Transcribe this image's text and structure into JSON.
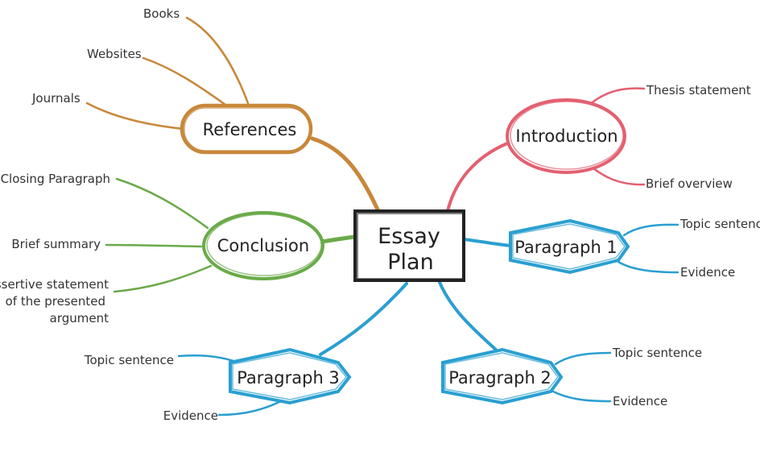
{
  "center": {
    "line1": "Essay",
    "line2": "Plan"
  },
  "colors": {
    "references": "#c8873a",
    "conclusion": "#6aaa4a",
    "introduction": "#e36070",
    "paragraph": "#2a9fd0",
    "center": "#222222"
  },
  "references": {
    "label": "References",
    "children": [
      "Books",
      "Websites",
      "Journals"
    ]
  },
  "conclusion": {
    "label": "Conclusion",
    "children": [
      "Closing Paragraph",
      "Brief summary"
    ],
    "assertive": [
      "Assertive statement",
      "of the presented",
      "argument"
    ]
  },
  "introduction": {
    "label": "Introduction",
    "children": [
      "Thesis statement",
      "Brief overview"
    ]
  },
  "paragraph1": {
    "label": "Paragraph 1",
    "children": [
      "Topic sentence",
      "Evidence"
    ]
  },
  "paragraph2": {
    "label": "Paragraph 2",
    "children": [
      "Topic sentence",
      "Evidence"
    ]
  },
  "paragraph3": {
    "label": "Paragraph 3",
    "children": [
      "Topic sentence",
      "Evidence"
    ]
  }
}
